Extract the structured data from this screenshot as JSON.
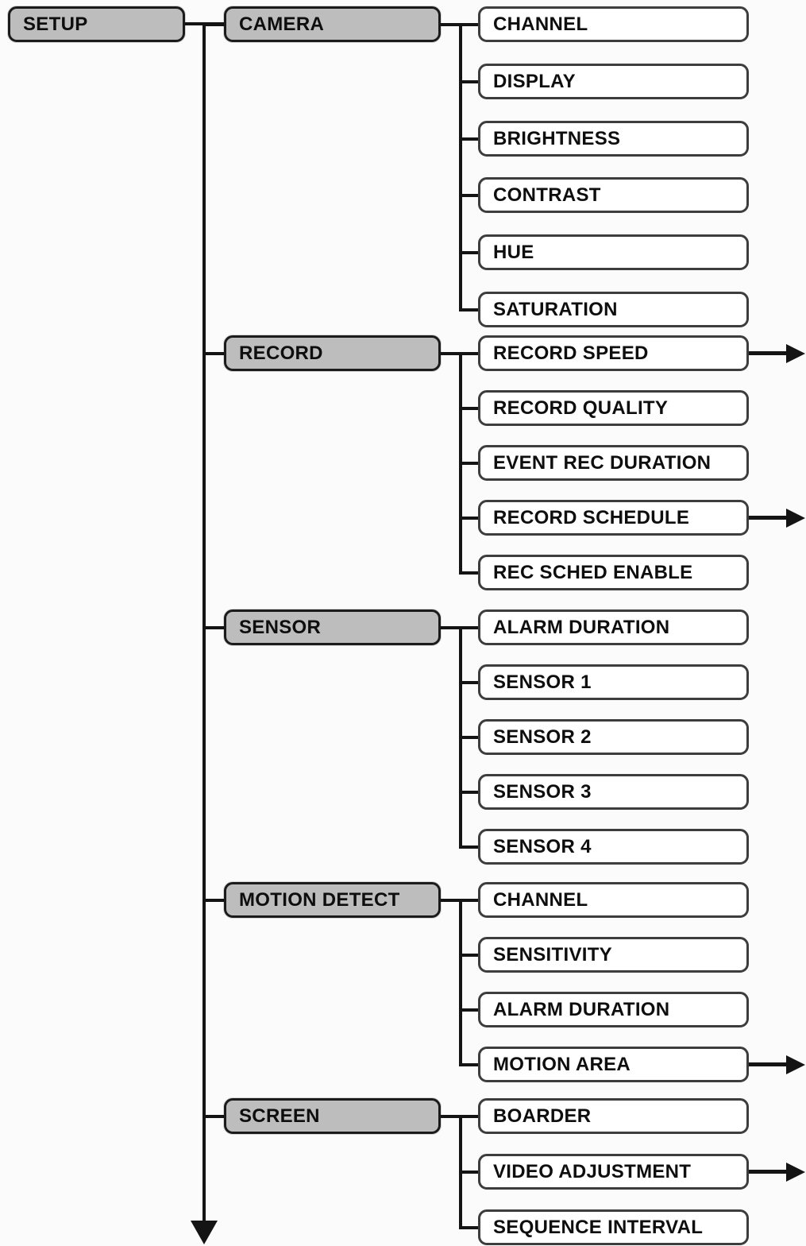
{
  "tree": {
    "root": {
      "label": "SETUP"
    },
    "groups": [
      {
        "label": "CAMERA",
        "children": [
          {
            "label": "CHANNEL"
          },
          {
            "label": "DISPLAY"
          },
          {
            "label": "BRIGHTNESS"
          },
          {
            "label": "CONTRAST"
          },
          {
            "label": "HUE"
          },
          {
            "label": "SATURATION"
          }
        ]
      },
      {
        "label": "RECORD",
        "children": [
          {
            "label": "RECORD SPEED",
            "continuation_arrow": true
          },
          {
            "label": "RECORD QUALITY"
          },
          {
            "label": "EVENT REC DURATION"
          },
          {
            "label": "RECORD SCHEDULE",
            "continuation_arrow": true
          },
          {
            "label": "REC SCHED ENABLE"
          }
        ]
      },
      {
        "label": "SENSOR",
        "children": [
          {
            "label": "ALARM DURATION"
          },
          {
            "label": "SENSOR 1"
          },
          {
            "label": "SENSOR 2"
          },
          {
            "label": "SENSOR 3"
          },
          {
            "label": "SENSOR 4"
          }
        ]
      },
      {
        "label": "MOTION DETECT",
        "children": [
          {
            "label": "CHANNEL"
          },
          {
            "label": "SENSITIVITY"
          },
          {
            "label": "ALARM DURATION"
          },
          {
            "label": "MOTION AREA",
            "continuation_arrow": true
          }
        ]
      },
      {
        "label": "SCREEN",
        "children": [
          {
            "label": "BOARDER"
          },
          {
            "label": "VIDEO ADJUSTMENT",
            "continuation_arrow": true
          },
          {
            "label": "SEQUENCE INTERVAL"
          }
        ]
      }
    ],
    "icons": {
      "continuation_arrow": "right-arrow",
      "more_items_below": "down-arrow"
    },
    "colors": {
      "group_fill": "#bdbdbd",
      "item_fill": "#ffffff",
      "line": "#141414",
      "background": "#fbfbfb"
    }
  }
}
